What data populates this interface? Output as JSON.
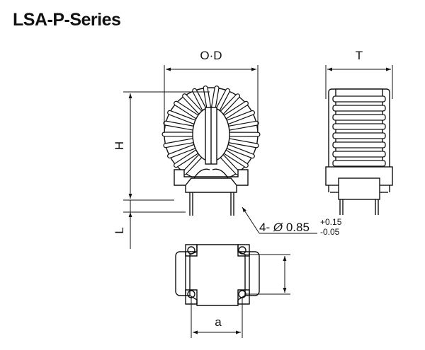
{
  "title": "LSA-P-Series",
  "labels": {
    "od": "O·D",
    "t": "T",
    "h": "H",
    "l": "L",
    "a": "a",
    "pin_prefix": "4-",
    "pin_diameter_symbol": "Ø",
    "pin_value": "0.85",
    "tol_plus": "+0.15",
    "tol_minus": "-0.05"
  }
}
